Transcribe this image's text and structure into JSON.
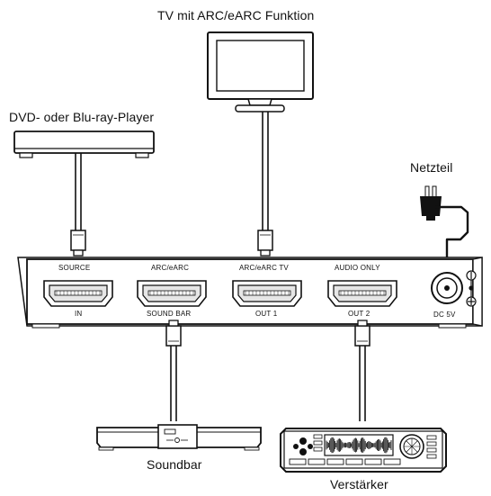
{
  "devices": {
    "tv_label": "TV mit ARC/eARC Funktion",
    "player_label": "DVD- oder Blu-ray-Player",
    "power_label": "Netzteil",
    "soundbar_label": "Soundbar",
    "amplifier_label": "Verstärker"
  },
  "ports": {
    "source_top": "SOURCE",
    "source_bottom": "IN",
    "arc_top": "ARC/eARC",
    "arc_bottom": "SOUND BAR",
    "out1_top": "ARC/eARC TV",
    "out1_bottom": "OUT 1",
    "out2_top": "AUDIO ONLY",
    "out2_bottom": "OUT 2",
    "dc_label": "DC 5V"
  },
  "icons": {
    "hdmi_port": "hdmi-port-icon",
    "dc_jack": "dc-jack-icon",
    "polarity": "polarity-icon",
    "plug": "power-plug-icon"
  },
  "colors": {
    "line": "#111111",
    "device_fill": "#ffffff",
    "port_fill": "#f2f2f2"
  }
}
